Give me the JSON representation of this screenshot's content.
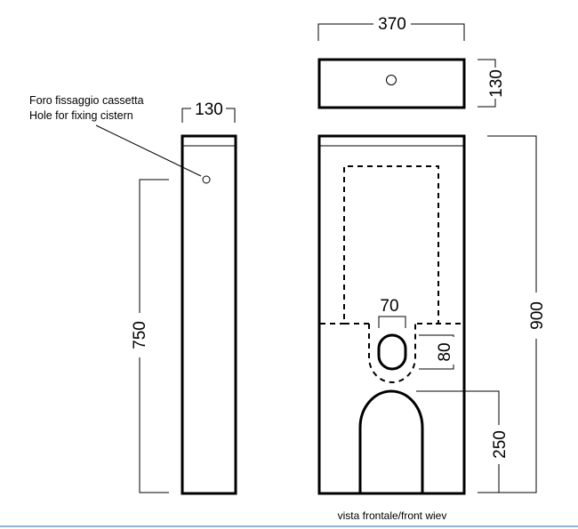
{
  "annotation": {
    "line1": "Foro fissaggio cassetta",
    "line2": "Hole for fixing cistern"
  },
  "dimensions": {
    "side_width": "130",
    "side_height": "750",
    "top_width": "370",
    "top_depth": "130",
    "front_height": "900",
    "hole_width": "70",
    "hole_height": "80",
    "arch_height": "250"
  },
  "caption": "vista frontale/front wiev"
}
